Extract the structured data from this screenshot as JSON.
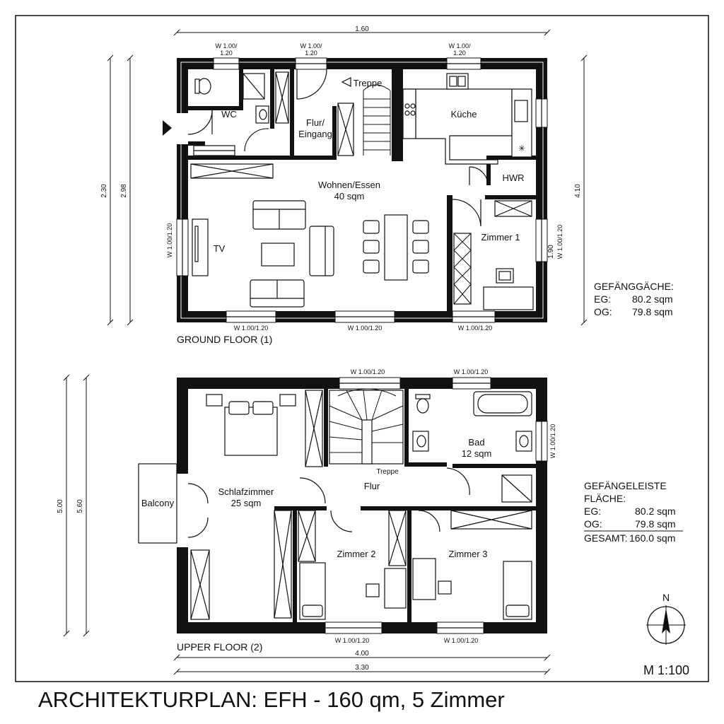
{
  "title": "ARCHITEKTURPLAN: EFH - 160 qm, 5 Zimmer",
  "scale": "M 1:100",
  "north": "N",
  "ground_floor": {
    "label": "GROUND FLOOR (1)",
    "rooms": {
      "wc": "WC",
      "flur_line1": "Flur/",
      "flur_line2": "Eingang",
      "treppe": "Treppe",
      "kueche": "Küche",
      "hwr": "HWR",
      "wohnen": "Wohnen/Essen",
      "wohnen_area": "40 sqm",
      "tv": "TV",
      "zimmer1": "Zimmer 1"
    },
    "windows": {
      "top1_l1": "W 1.00/",
      "top1_l2": "1.20",
      "top2_l1": "W 1.00/",
      "top2_l2": "1.20",
      "top3_l1": "W 1.00/",
      "top3_l2": "1.20",
      "left": "W 1.00/1.20",
      "right": "W 1.00/1.20",
      "bottom1": "W 1.00/1.20",
      "bottom2": "W 1.00/1.20",
      "bottom3": "W 1.00/1.20"
    },
    "dimensions": {
      "top": "1.60",
      "left1": "2.30",
      "left2": "2.98",
      "right1": "4.10",
      "right2": "1.90"
    }
  },
  "upper_floor": {
    "label": "UPPER FLOOR (2)",
    "rooms": {
      "schlaf": "Schlafzimmer",
      "schlaf_area": "25 sqm",
      "balcony": "Balcony",
      "treppe": "Treppe",
      "flur": "Flur",
      "bad": "Bad",
      "bad_area": "12 sqm",
      "zimmer2": "Zimmer 2",
      "zimmer3": "Zimmer 3"
    },
    "windows": {
      "top1": "W 1.00/1.20",
      "top2": "W 1.00/1.20",
      "right": "W 1.00/1.20",
      "bottom1": "W 1.00/1.20",
      "bottom2": "W 1.00/1.20"
    },
    "dimensions": {
      "bottom1": "4.00",
      "bottom2": "3.30",
      "left1": "5.00",
      "left2": "5.60"
    }
  },
  "legend_1": {
    "heading": "GEFÄNGGÄCHE:",
    "rows": [
      {
        "label": "EG:",
        "value": "80.2 sqm"
      },
      {
        "label": "OG:",
        "value": "79.8 sqm"
      }
    ]
  },
  "legend_2": {
    "heading_l1": "GEFÄNGELEISTE",
    "heading_l2": "FLÄCHE:",
    "rows": [
      {
        "label": "EG:",
        "value": "80.2 sqm"
      },
      {
        "label": "OG:",
        "value": "79.8 sqm"
      }
    ],
    "total_label": "GESAMT:",
    "total_value": "160.0 sqm"
  }
}
